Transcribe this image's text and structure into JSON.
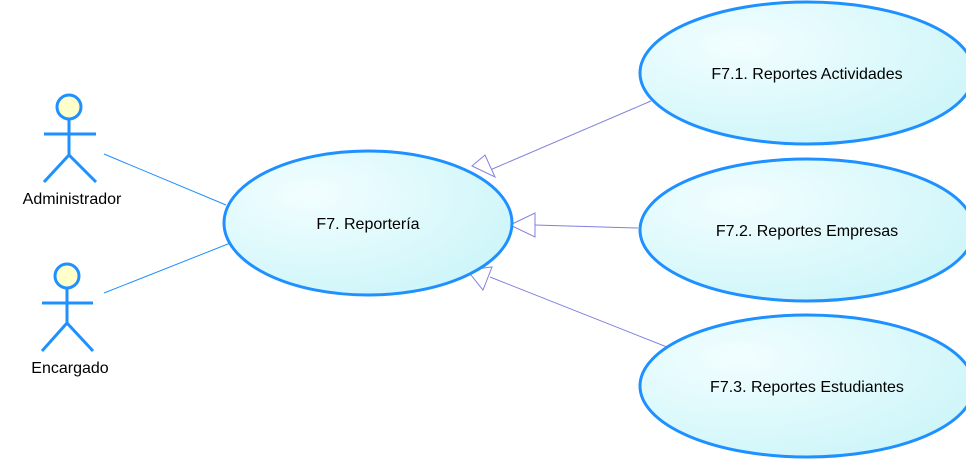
{
  "colors": {
    "ellipse_stroke": "#1e90ff",
    "ellipse_fill_light": "#f2feff",
    "ellipse_fill_dark": "#c8f4f8",
    "actor_stroke": "#1e90ff",
    "actor_head_fill": "#ffffcc",
    "association_line": "#1e90ff",
    "generalization_line": "#8080e0"
  },
  "actors": [
    {
      "id": "admin",
      "label": "Administrador",
      "icon": "stick-figure-icon"
    },
    {
      "id": "encargado",
      "label": "Encargado",
      "icon": "stick-figure-icon"
    }
  ],
  "use_cases": [
    {
      "id": "f7",
      "label": "F7. Reportería"
    },
    {
      "id": "f71",
      "label": "F7.1. Reportes Actividades"
    },
    {
      "id": "f72",
      "label": "F7.2. Reportes Empresas"
    },
    {
      "id": "f73",
      "label": "F7.3. Reportes Estudiantes"
    }
  ],
  "associations": [
    {
      "from": "admin",
      "to": "f7"
    },
    {
      "from": "encargado",
      "to": "f7"
    }
  ],
  "generalizations": [
    {
      "child": "f71",
      "parent": "f7"
    },
    {
      "child": "f72",
      "parent": "f7"
    },
    {
      "child": "f73",
      "parent": "f7"
    }
  ]
}
